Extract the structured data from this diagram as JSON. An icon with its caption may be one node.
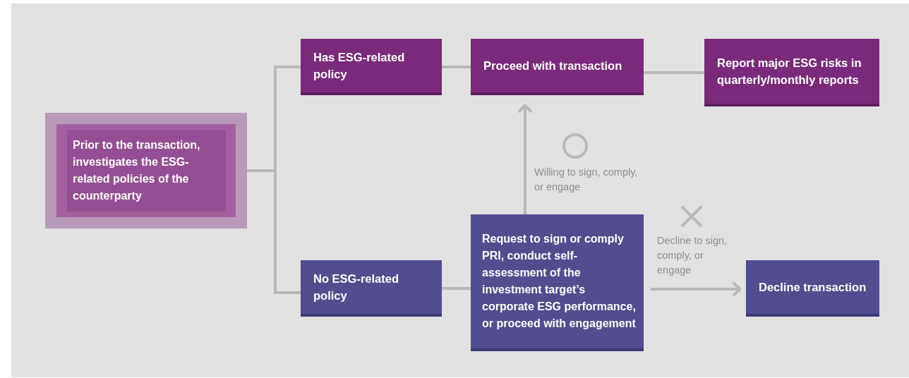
{
  "diagram": {
    "nodes": [
      {
        "text": [
          "Prior to the transaction, investigates the ESG-related policies of the counterparty"
        ]
      },
      {
        "text": [
          "Has ESG-related policy"
        ]
      },
      {
        "text": [
          "Proceed with transaction"
        ]
      },
      {
        "text": [
          "Report major ESG risks in quarterly/monthly reports"
        ]
      },
      {
        "text": [
          "No ESG-related policy"
        ]
      },
      {
        "text": [
          "Request to sign or comply PRI, conduct self-assessment of the investment target’s corporate ESG performance, or proceed with engagement"
        ]
      },
      {
        "text": [
          "Decline transaction"
        ]
      }
    ],
    "edges": [
      {
        "from": 0,
        "to": 1,
        "arrow": "none"
      },
      {
        "from": 0,
        "to": 4,
        "arrow": "none"
      },
      {
        "from": 1,
        "to": 2,
        "arrow": "none"
      },
      {
        "from": 2,
        "to": 3,
        "arrow": "none"
      },
      {
        "from": 4,
        "to": 5,
        "arrow": "none"
      },
      {
        "from": 5,
        "to": 2,
        "arrow": "to",
        "label": "Willing to sign, comply, or engage"
      },
      {
        "from": 5,
        "to": 6,
        "arrow": "to",
        "label": "Decline to sign, comply, or engage"
      }
    ]
  }
}
